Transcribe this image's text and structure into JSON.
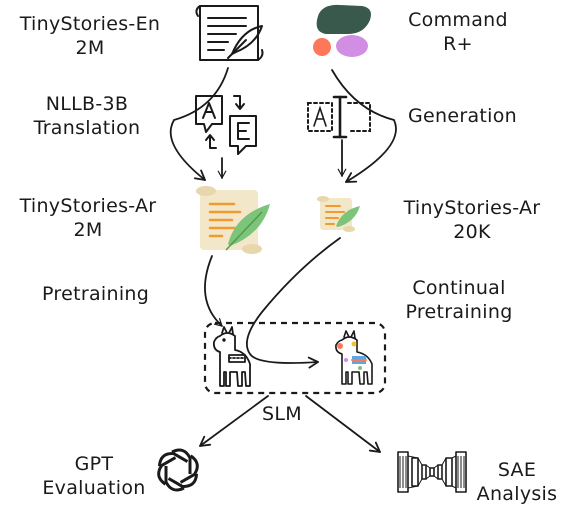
{
  "sources": {
    "tinystories_en": {
      "line1": "TinyStories-En",
      "line2": "2M"
    },
    "command_r": {
      "line1": "Command",
      "line2": "R+"
    }
  },
  "steps": {
    "translation": {
      "line1": "NLLB-3B",
      "line2": "Translation"
    },
    "generation": "Generation",
    "pretraining": "Pretraining",
    "continual": {
      "line1": "Continual",
      "line2": "Pretraining"
    }
  },
  "datasets": {
    "tinystories_ar_2m": {
      "line1": "TinyStories-Ar",
      "line2": "2M"
    },
    "tinystories_ar_20k": {
      "line1": "TinyStories-Ar",
      "line2": "20K"
    }
  },
  "model": {
    "label": "SLM"
  },
  "outputs": {
    "gpt": {
      "line1": "GPT",
      "line2": "Evaluation"
    },
    "sae": {
      "line1": "SAE",
      "line2": "Analysis"
    }
  },
  "colors": {
    "ink": "#1a1a1a",
    "cmd_dark": "#39594d",
    "cmd_orange": "#ff7759",
    "cmd_purple": "#d18ee2",
    "scroll_paper": "#f3e7c9",
    "scroll_lines": "#f29a2e",
    "feather": "#7cc47a"
  },
  "icons": [
    "document-quill-icon",
    "command-r-logo",
    "translate-icon",
    "text-cursor-icon",
    "scroll-icon",
    "llama-icon",
    "decorated-llama-icon",
    "openai-logo",
    "autoencoder-icon"
  ]
}
